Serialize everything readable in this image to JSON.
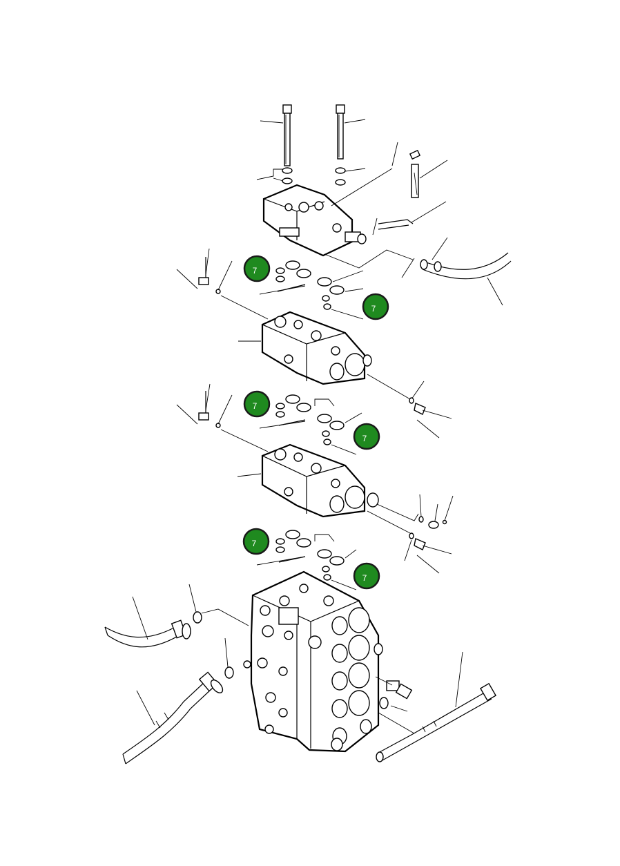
{
  "diagram": {
    "callout_badges": [
      {
        "label": "7"
      },
      {
        "label": "7"
      },
      {
        "label": "7"
      },
      {
        "label": "7"
      },
      {
        "label": "7"
      },
      {
        "label": "7"
      }
    ],
    "badge_color": "#1f8a1f"
  }
}
